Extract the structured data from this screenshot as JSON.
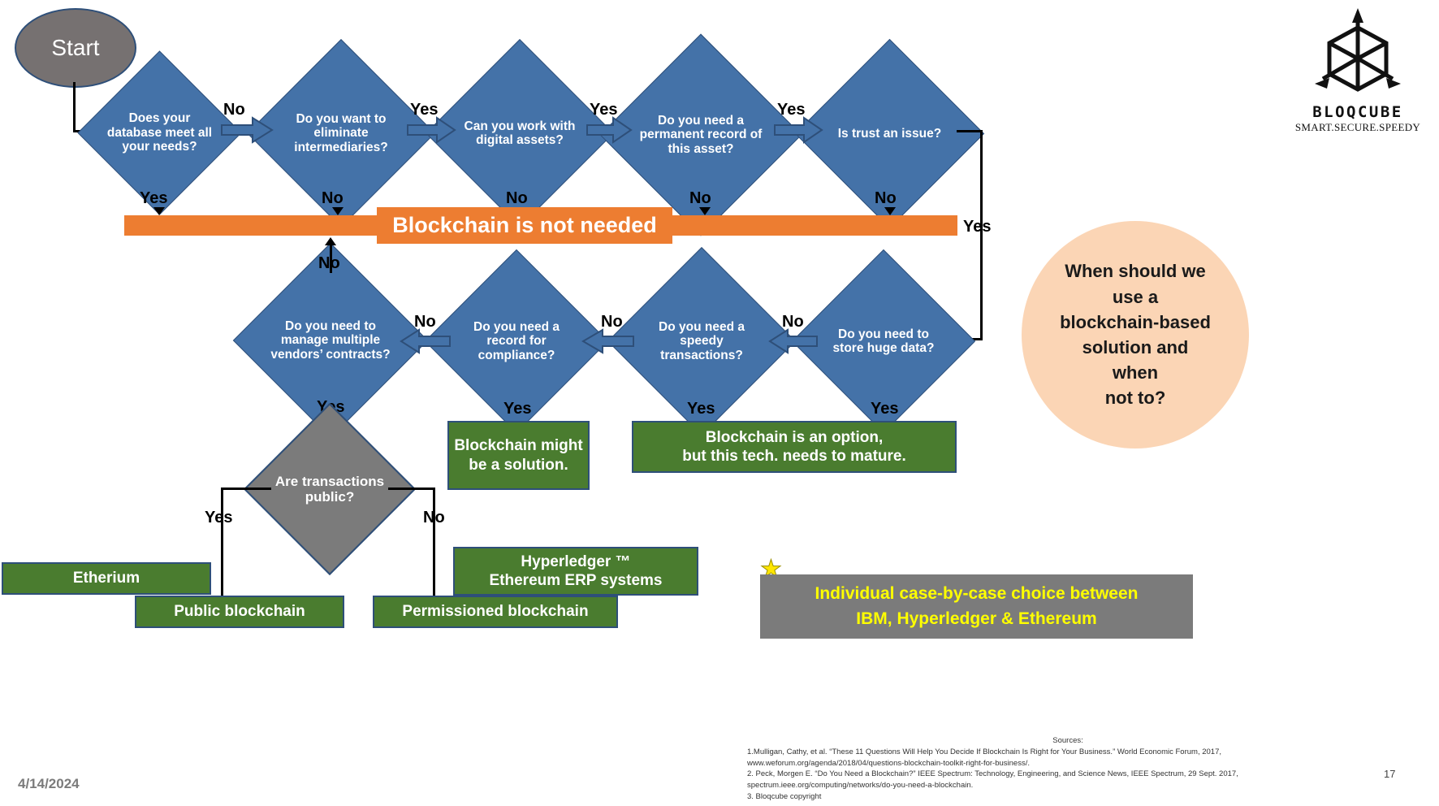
{
  "slide": {
    "date": "4/14/2024",
    "page_number": "17"
  },
  "logo": {
    "icon": "cube-logo-icon",
    "name": "BLOQCUBE",
    "tagline": "SMART.SECURE.SPEEDY"
  },
  "start": {
    "label": "Start"
  },
  "row1": {
    "diamonds": [
      {
        "id": "d-database-needs",
        "text": "Does your database meet all your needs?"
      },
      {
        "id": "d-eliminate-intermediaries",
        "text": "Do you want to eliminate intermediaries?"
      },
      {
        "id": "d-digital-assets",
        "text": "Can you work with digital assets?"
      },
      {
        "id": "d-permanent-record",
        "text": "Do you need a permanent record of this asset?"
      },
      {
        "id": "d-trust-issue",
        "text": "Is trust an issue?"
      }
    ],
    "connector_labels": [
      "No",
      "Yes",
      "Yes",
      "Yes"
    ],
    "down_labels": [
      "Yes",
      "No",
      "No",
      "No",
      "No"
    ],
    "right_label": "Yes"
  },
  "orange_banner": {
    "text": "Blockchain is not needed"
  },
  "row2": {
    "up_label": "No",
    "diamonds": [
      {
        "id": "d-vendor-contracts",
        "text": "Do you need to manage multiple vendors’ contracts?"
      },
      {
        "id": "d-compliance-record",
        "text": "Do you need a record for compliance?"
      },
      {
        "id": "d-speedy-transactions",
        "text": "Do you need a speedy transactions?"
      },
      {
        "id": "d-huge-data",
        "text": "Do you need to store huge data?"
      }
    ],
    "connector_labels": [
      "No",
      "No",
      "No"
    ],
    "down_labels": [
      "Yes",
      "Yes",
      "Yes",
      "Yes"
    ]
  },
  "results": {
    "might_be_solution": "Blockchain might\nbe a solution.",
    "might_be_solution_lines": [
      "Blockchain might",
      "be a solution."
    ],
    "option_but_mature_lines": [
      "Blockchain is an option,",
      "but this tech. needs to mature."
    ]
  },
  "public_decision": {
    "text": "Are transactions public?",
    "yes_label": "Yes",
    "no_label": "No"
  },
  "bottom_boxes": {
    "etherium": "Etherium",
    "public_blockchain": "Public blockchain",
    "hyperledger_lines": [
      "Hyperledger ™",
      "Ethereum ERP systems"
    ],
    "permissioned_blockchain": "Permissioned blockchain"
  },
  "question_circle": {
    "lines": [
      "When should we",
      "use a",
      "blockchain-based",
      "solution and",
      "when",
      "not to?"
    ]
  },
  "callout": {
    "star_icon": "star-icon",
    "lines": [
      "Individual case-by-case choice between",
      "IBM, Hyperledger & Ethereum"
    ]
  },
  "sources": {
    "heading": "Sources:",
    "items": [
      "1.Mulligan, Cathy, et al. “These 11 Questions Will Help You Decide If Blockchain Is Right for Your Business.” World Economic Forum, 2017,",
      "www.weforum.org/agenda/2018/04/questions-blockchain-toolkit-right-for-business/.",
      "2. Peck, Morgen E. “Do You Need a Blockchain?” IEEE Spectrum: Technology, Engineering, and Science News, IEEE Spectrum, 29 Sept. 2017,",
      "spectrum.ieee.org/computing/networks/do-you-need-a-blockchain.",
      "3. Bloqcube copyright"
    ]
  },
  "colors": {
    "diamond_blue": "#4472A8",
    "diamond_border": "#2E4F79",
    "orange": "#ED7D31",
    "green": "#4A7C2F",
    "gray": "#7B7B7B",
    "peach": "#FBD5B5",
    "yellow_text": "#FFFF00"
  }
}
